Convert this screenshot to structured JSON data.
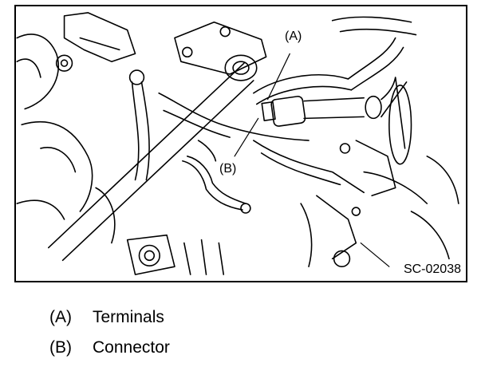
{
  "figure": {
    "callouts": [
      {
        "tag": "(A)"
      },
      {
        "tag": "(B)"
      }
    ],
    "reference_code": "SC-02038"
  },
  "legend": [
    {
      "tag": "(A)",
      "label": "Terminals"
    },
    {
      "tag": "(B)",
      "label": "Connector"
    }
  ]
}
